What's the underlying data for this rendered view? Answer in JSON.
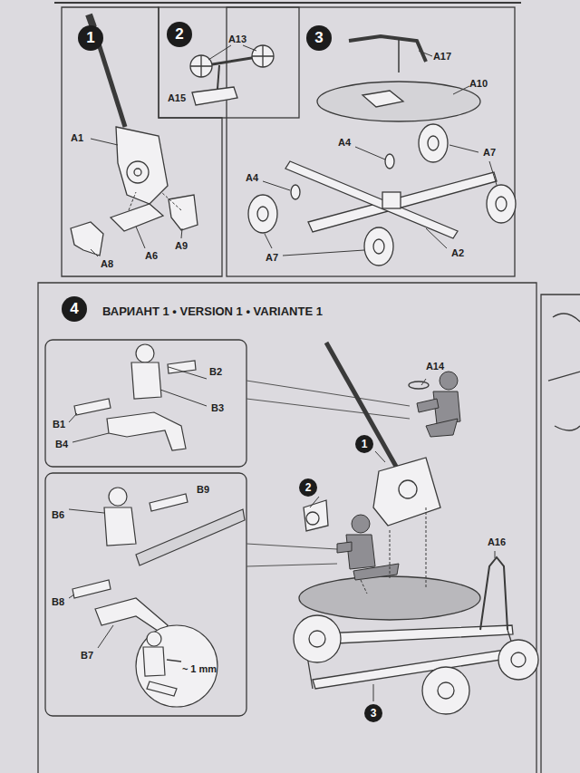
{
  "diagram": {
    "nodes": [
      {
        "text": [
          "1"
        ]
      },
      {
        "text": [
          "2"
        ]
      },
      {
        "text": [
          "3"
        ]
      },
      {
        "text": [
          "4",
          "ВАРИАНТ 1 • VERSION 1 • VARIANTE 1"
        ]
      }
    ],
    "labels": [
      "A1",
      "A6",
      "A8",
      "A9",
      "A13",
      "A15",
      "A17",
      "A10",
      "A4",
      "A4",
      "A7",
      "A7",
      "A2",
      "B2",
      "B1",
      "B3",
      "B4",
      "B9",
      "B6",
      "B8",
      "B7",
      "~ 1 mm",
      "A14",
      "1",
      "2",
      "A16",
      "3"
    ]
  }
}
